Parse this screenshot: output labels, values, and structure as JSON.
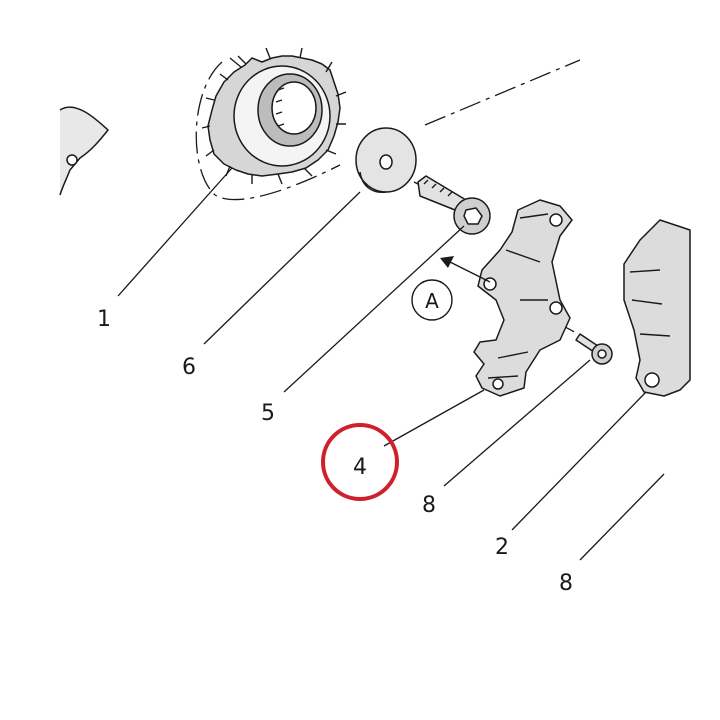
{
  "diagram": {
    "callouts": [
      {
        "id": "c1",
        "label": "1"
      },
      {
        "id": "c6",
        "label": "6"
      },
      {
        "id": "c5",
        "label": "5"
      },
      {
        "id": "c4",
        "label": "4"
      },
      {
        "id": "c8a",
        "label": "8"
      },
      {
        "id": "c2",
        "label": "2"
      },
      {
        "id": "c8b",
        "label": "8"
      }
    ],
    "view_marker": "A",
    "highlight_color": "#d0202e"
  }
}
